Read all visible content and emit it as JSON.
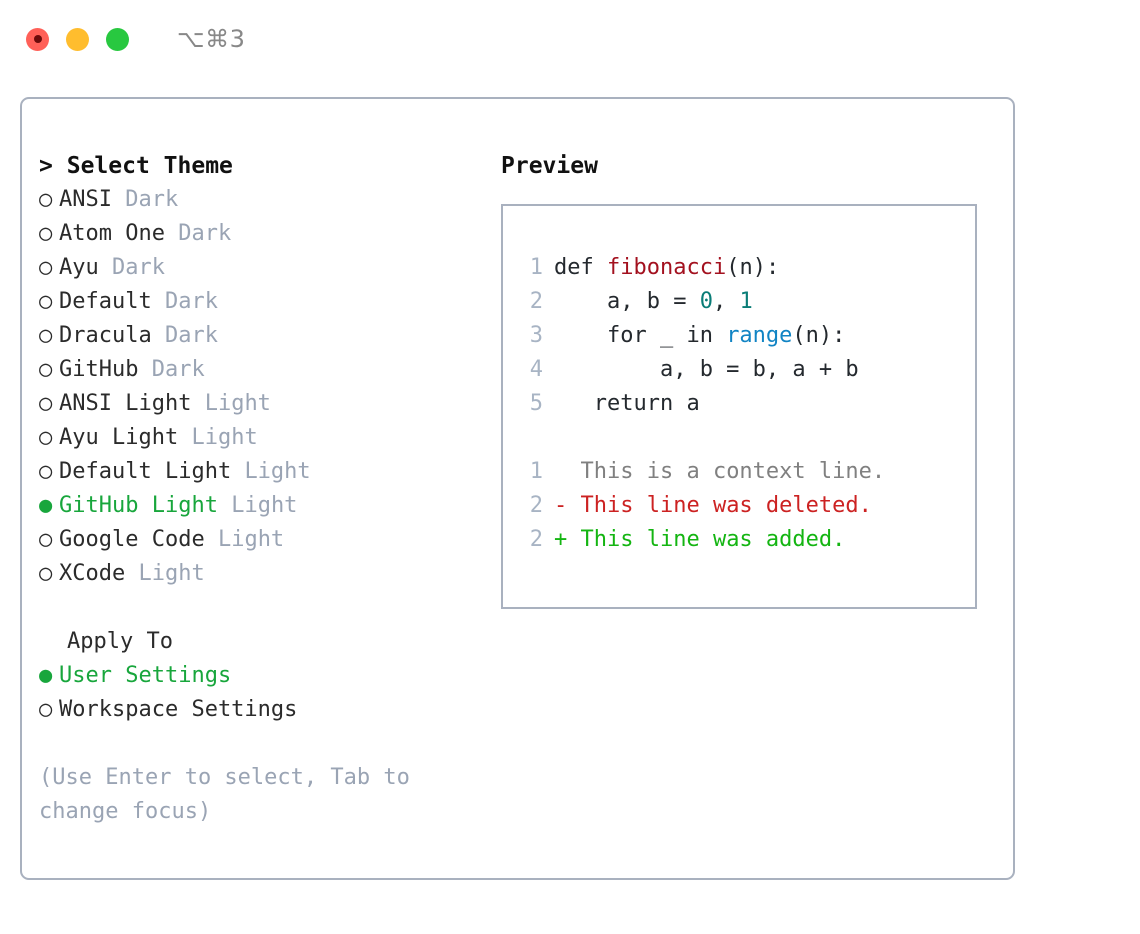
{
  "window": {
    "title": "⌥⌘3",
    "traffic_lights": [
      {
        "name": "close",
        "color": "#ff6058"
      },
      {
        "name": "minimize",
        "color": "#ffbd2e"
      },
      {
        "name": "maximize",
        "color": "#28c840"
      }
    ]
  },
  "theme_picker": {
    "caret": ">",
    "header": "Select Theme",
    "bullet_unselected": "○",
    "bullet_selected": "●",
    "options": [
      {
        "label": "ANSI",
        "tag": "Dark",
        "selected": false
      },
      {
        "label": "Atom One",
        "tag": "Dark",
        "selected": false
      },
      {
        "label": "Ayu",
        "tag": "Dark",
        "selected": false
      },
      {
        "label": "Default",
        "tag": "Dark",
        "selected": false
      },
      {
        "label": "Dracula",
        "tag": "Dark",
        "selected": false
      },
      {
        "label": "GitHub",
        "tag": "Dark",
        "selected": false
      },
      {
        "label": "ANSI Light",
        "tag": "Light",
        "selected": false
      },
      {
        "label": "Ayu Light",
        "tag": "Light",
        "selected": false
      },
      {
        "label": "Default Light",
        "tag": "Light",
        "selected": false
      },
      {
        "label": "GitHub Light",
        "tag": "Light",
        "selected": true
      },
      {
        "label": "Google Code",
        "tag": "Light",
        "selected": false
      },
      {
        "label": "XCode",
        "tag": "Light",
        "selected": false
      }
    ]
  },
  "apply_to": {
    "header": "Apply To",
    "options": [
      {
        "label": "User Settings",
        "selected": true
      },
      {
        "label": "Workspace Settings",
        "selected": false
      }
    ]
  },
  "hint": "(Use Enter to select, Tab to change focus)",
  "preview": {
    "title": "Preview",
    "code_lines": [
      {
        "num": "1",
        "parts": [
          {
            "t": "def ",
            "c": "plain"
          },
          {
            "t": "fibonacci",
            "c": "fn"
          },
          {
            "t": "(n):",
            "c": "plain"
          }
        ]
      },
      {
        "num": "2",
        "parts": [
          {
            "t": "    a, b = ",
            "c": "plain"
          },
          {
            "t": "0",
            "c": "num"
          },
          {
            "t": ", ",
            "c": "plain"
          },
          {
            "t": "1",
            "c": "num"
          }
        ]
      },
      {
        "num": "3",
        "parts": [
          {
            "t": "    for _ in ",
            "c": "plain"
          },
          {
            "t": "range",
            "c": "call"
          },
          {
            "t": "(n):",
            "c": "plain"
          }
        ]
      },
      {
        "num": "4",
        "parts": [
          {
            "t": "        a, b = b, a + b",
            "c": "plain"
          }
        ]
      },
      {
        "num": "5",
        "parts": [
          {
            "t": "   return a",
            "c": "plain"
          }
        ]
      }
    ],
    "diff_lines": [
      {
        "num": "1",
        "marker": " ",
        "text": " This is a context line.",
        "kind": "ctx"
      },
      {
        "num": "2",
        "marker": "-",
        "text": " This line was deleted.",
        "kind": "del"
      },
      {
        "num": "2",
        "marker": "+",
        "text": " This line was added.",
        "kind": "add"
      }
    ]
  },
  "colors": {
    "accent_green": "#18a63c",
    "border": "#a9b1bf",
    "muted": "#9aa4b4",
    "gutter": "#a8b4c4",
    "fn": "#a3111f",
    "num": "#0a7d77",
    "call": "#1184c4",
    "diff_add": "#14b512",
    "diff_del": "#cc2222",
    "diff_ctx": "#808080"
  }
}
